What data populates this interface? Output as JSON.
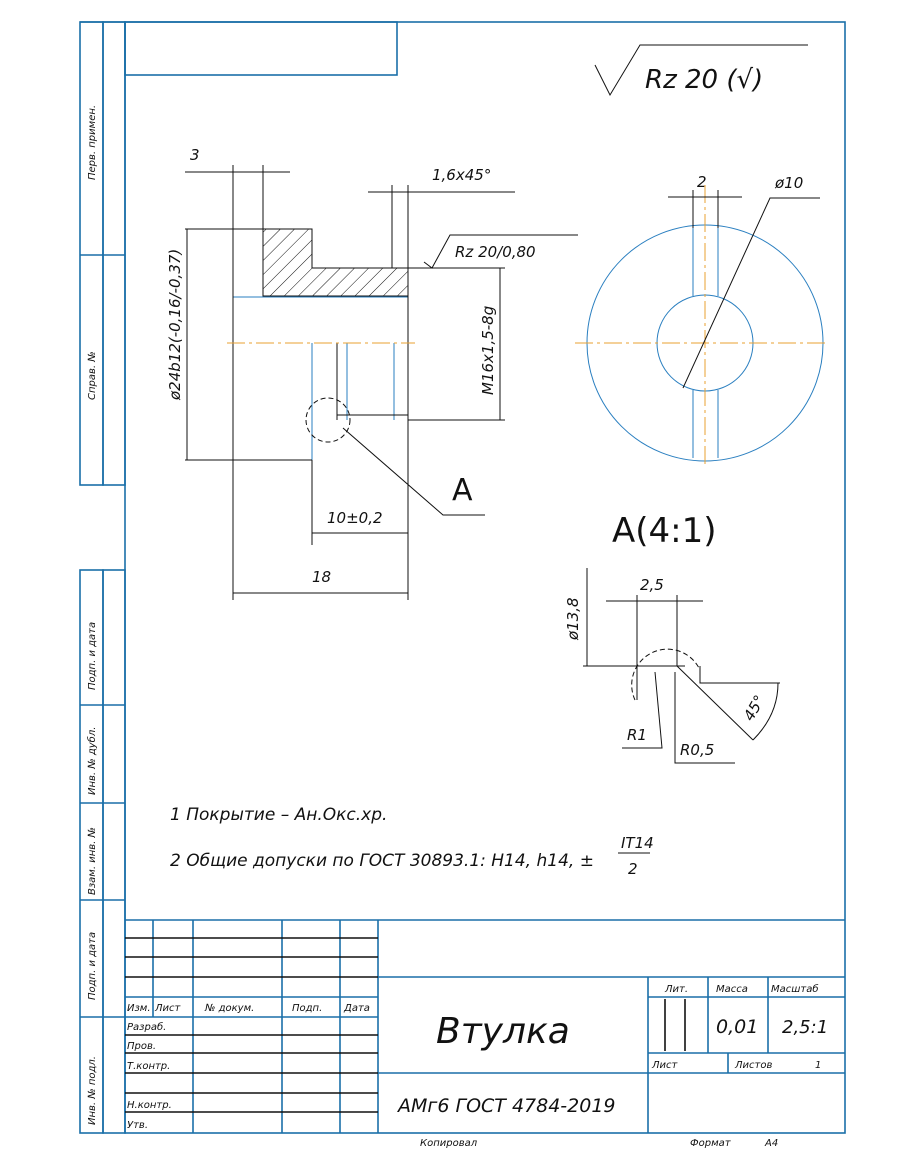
{
  "title_block": {
    "name": "Втулка",
    "material": "АМг6 ГОСТ 4784-2019",
    "mass": "0,01",
    "scale": "2,5:1",
    "sheet_label": "Лист",
    "sheets_label": "Листов",
    "sheets_count": "1",
    "lit_label": "Лит.",
    "mass_label": "Масса",
    "scale_label": "Масштаб",
    "copied": "Копировал",
    "format_label": "Формат",
    "format": "А4",
    "col_headers": [
      "Изм.",
      "Лист",
      "№ докум.",
      "Подп.",
      "Дата"
    ],
    "roles": [
      "Разраб.",
      "Пров.",
      "Т.контр.",
      "Н.контр.",
      "Утв."
    ]
  },
  "side_stamps": [
    "Перв. примен.",
    "Справ. №",
    "Подп. и дата",
    "Инв. № дубл.",
    "Взам. инв. №",
    "Подп. и дата",
    "Инв. № подл."
  ],
  "drawing": {
    "roughness_general": "Rz 20 (√)",
    "dim_3": "3",
    "dim_chamfer": "1,6x45°",
    "roughness_local": "Rz 20/0,80",
    "dim_dia24": "ø24b12(-0,16/-0,37)",
    "dim_thread": "M16x1,5-8g",
    "dim_10": "10±0,2",
    "dim_18": "18",
    "view_label": "A",
    "dim_2": "2",
    "dim_dia10": "ø10",
    "detail": {
      "title": "A(4:1)",
      "dim_2_5": "2,5",
      "dim_dia13_8": "ø13,8",
      "r1": "R1",
      "r0_5": "R0,5",
      "angle": "45°"
    }
  },
  "notes": {
    "n1": "1 Покрытие – Ан.Окс.хр.",
    "n2": "2 Общие допуски по ГОСТ 30893.1: H14, h14, ±",
    "frac_num": "IT14",
    "frac_den": "2"
  }
}
